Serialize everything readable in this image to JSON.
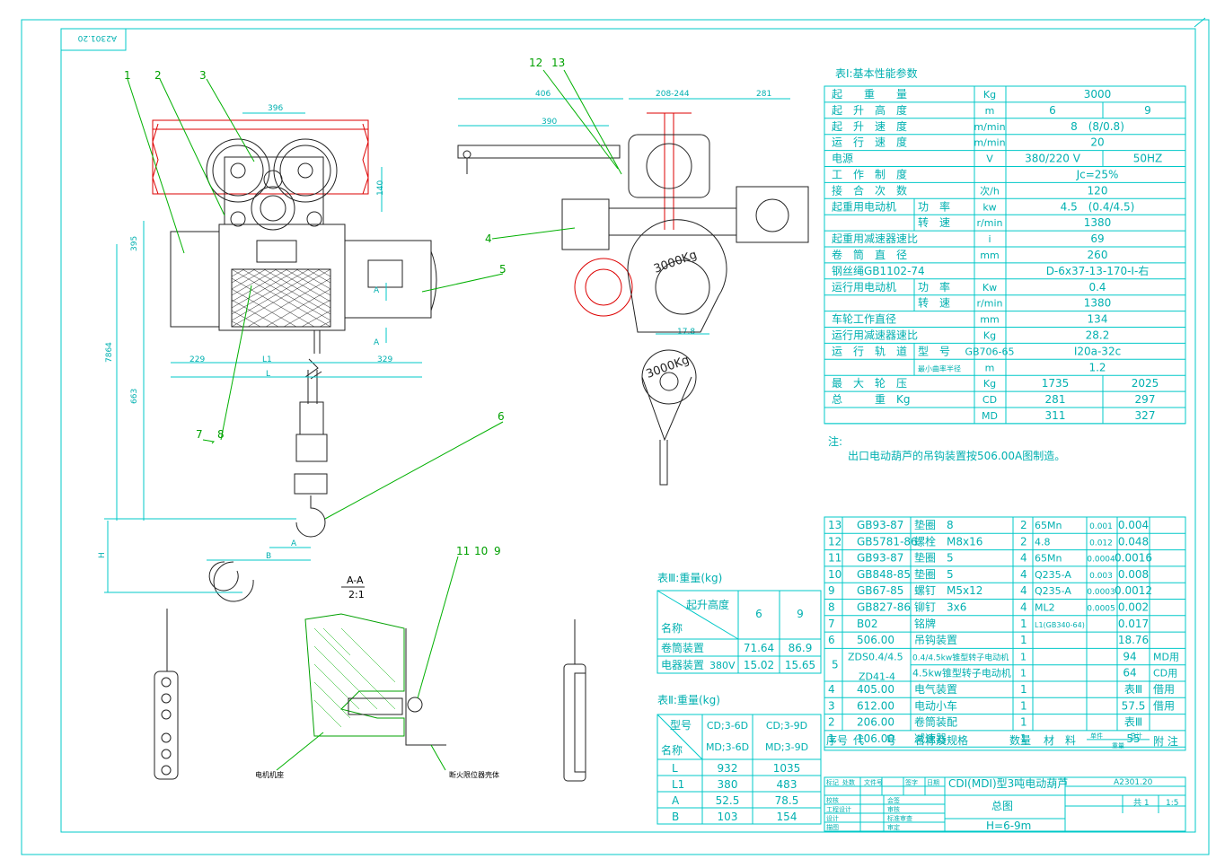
{
  "drawing": {
    "code_rotated": "A2301.20",
    "part_labels": [
      "1",
      "2",
      "3",
      "4",
      "5",
      "6",
      "7",
      "8",
      "9",
      "10",
      "11",
      "12",
      "13"
    ],
    "dims_front": {
      "d396": "396",
      "d140": "140",
      "d395": "395",
      "d229": "229",
      "dL1": "L1",
      "d329": "329",
      "dL": "L",
      "d7864": "7864",
      "d663": "663",
      "dB": "B",
      "dA": "A",
      "dH": "H"
    },
    "dims_side": {
      "d406": "406",
      "d390": "390",
      "d208": "208-244",
      "d281": "281",
      "d178": "17.8"
    },
    "section_marks": [
      "A",
      "A"
    ],
    "sheave_label": "3000Kg",
    "section_title": "A-A",
    "section_scale": "2:1",
    "motor_frame": "电机机座",
    "limit_switch": "断火限位器壳体"
  },
  "table1": {
    "title": "表Ⅰ:基本性能参数",
    "rows": [
      [
        "起　　重　　量",
        "Kg",
        "3000"
      ],
      [
        "起　升　高　度",
        "m",
        "6",
        "9"
      ],
      [
        "起　升　速　度",
        "m/min",
        "8　(8/0.8)"
      ],
      [
        "运　行　速　度",
        "m/min",
        "20"
      ],
      [
        "电源",
        "V",
        "380/220 V",
        "50HZ"
      ],
      [
        "工　作　制　度",
        "",
        "Jc=25%"
      ],
      [
        "接　合　次　数",
        "次/h",
        "120"
      ],
      [
        "起重用电动机",
        "功　率",
        "kw",
        "4.5　(0.4/4.5)"
      ],
      [
        "",
        "转　速",
        "r/min",
        "1380"
      ],
      [
        "起重用减速器速比",
        "",
        "i",
        "69"
      ],
      [
        "卷　筒　直　径",
        "",
        "mm",
        "260"
      ],
      [
        "钢丝绳GB1102-74",
        "",
        "",
        "D-6x37-13-170-Ⅰ-右"
      ],
      [
        "运行用电动机",
        "功　率",
        "Kw",
        "0.4"
      ],
      [
        "",
        "转　速",
        "r/min",
        "1380"
      ],
      [
        "车轮工作直径",
        "",
        "mm",
        "134"
      ],
      [
        "运行用减速器速比",
        "",
        "Kg",
        "28.2"
      ],
      [
        "运　行　轨　道",
        "型　号",
        "GB706-65",
        "Ⅰ20a-32c"
      ],
      [
        "",
        "最小曲率半径",
        "m",
        "1.2"
      ],
      [
        "最　大　轮　压",
        "",
        "Kg",
        "1735",
        "2025"
      ],
      [
        "总　　　重　Kg",
        "",
        "CD",
        "281",
        "297"
      ],
      [
        "",
        "",
        "MD",
        "311",
        "327"
      ]
    ]
  },
  "note": {
    "head": "注:",
    "text": "出口电动葫芦的吊钩装置按506.00A图制造。"
  },
  "table3": {
    "title": "表Ⅲ:重量(kg)",
    "h1": "起升高度",
    "h2": "名称",
    "c1": "6",
    "c2": "9",
    "rows": [
      [
        "卷筒装置",
        "",
        "71.64",
        "86.9"
      ],
      [
        "电器装置",
        "380V",
        "15.02",
        "15.65"
      ]
    ]
  },
  "table2": {
    "title": "表Ⅱ:重量(kg)",
    "h1": "型号",
    "h2": "名称",
    "c1a": "CD;3-6D",
    "c1b": "MD;3-6D",
    "c2a": "CD;3-9D",
    "c2b": "MD;3-9D",
    "rows": [
      [
        "L",
        "932",
        "1035"
      ],
      [
        "L1",
        "380",
        "483"
      ],
      [
        "A",
        "52.5",
        "78.5"
      ],
      [
        "B",
        "103",
        "154"
      ]
    ]
  },
  "bom": {
    "rows": [
      [
        "13",
        "GB93-87",
        "垫圈　8",
        "2",
        "65Mn",
        "0.001",
        "0.004",
        ""
      ],
      [
        "12",
        "GB5781-86",
        "螺栓　M8x16",
        "2",
        "4.8",
        "0.012",
        "0.048",
        ""
      ],
      [
        "11",
        "GB93-87",
        "垫圈　5",
        "4",
        "65Mn",
        "0.0004",
        "0.0016",
        ""
      ],
      [
        "10",
        "GB848-85",
        "垫圈　5",
        "4",
        "Q235-A",
        "0.003",
        "0.008",
        ""
      ],
      [
        "9",
        "GB67-85",
        "螺钉　M5x12",
        "4",
        "Q235-A",
        "0.0003",
        "0.0012",
        ""
      ],
      [
        "8",
        "GB827-86",
        "铆钉　3x6",
        "4",
        "ML2",
        "0.0005",
        "0.002",
        ""
      ],
      [
        "7",
        "B02",
        "铭牌",
        "1",
        "L1(GB340-64)",
        "",
        "0.017",
        ""
      ],
      [
        "6",
        "506.00",
        "吊钩装置",
        "1",
        "",
        "",
        "18.76",
        ""
      ],
      [
        "5a",
        "ZDS0.4/4.5",
        "0.4/4.5kw锥型转子电动机",
        "1",
        "",
        "",
        "94",
        "MD用"
      ],
      [
        "5b",
        "ZD41-4",
        "4.5kw锥型转子电动机",
        "1",
        "",
        "",
        "64",
        "CD用"
      ],
      [
        "4",
        "405.00",
        "电气装置",
        "1",
        "",
        "",
        "表Ⅲ",
        "借用"
      ],
      [
        "3",
        "612.00",
        "电动小车",
        "1",
        "",
        "",
        "57.5",
        "借用"
      ],
      [
        "2",
        "206.00",
        "卷筒装配",
        "1",
        "",
        "",
        "表Ⅲ",
        ""
      ],
      [
        "1",
        "106.00",
        "减速器",
        "1",
        "",
        "",
        "55",
        ""
      ]
    ],
    "header": [
      "序号",
      "代　　号",
      "名称及规格",
      "数量",
      "材　料",
      "单件",
      "总计",
      "附 注"
    ],
    "header_weight": "重量"
  },
  "title_block": {
    "product": "CDI(MDI)型3吨电动葫芦",
    "drawing_name": "总图",
    "drawing_no": "A2301.20",
    "height_range": "H=6-9m",
    "sheet": "共 1",
    "scale": "1:5",
    "labels": [
      "标记",
      "处数",
      "文件号",
      "签字",
      "日期",
      "校核",
      "会签",
      "工程设计",
      "审核",
      "设计",
      "标准审查",
      "描图",
      "审定"
    ]
  },
  "colors": {
    "cyan": "#00c8c8",
    "green": "#00b000",
    "red": "#d00000",
    "ink": "#222222"
  }
}
